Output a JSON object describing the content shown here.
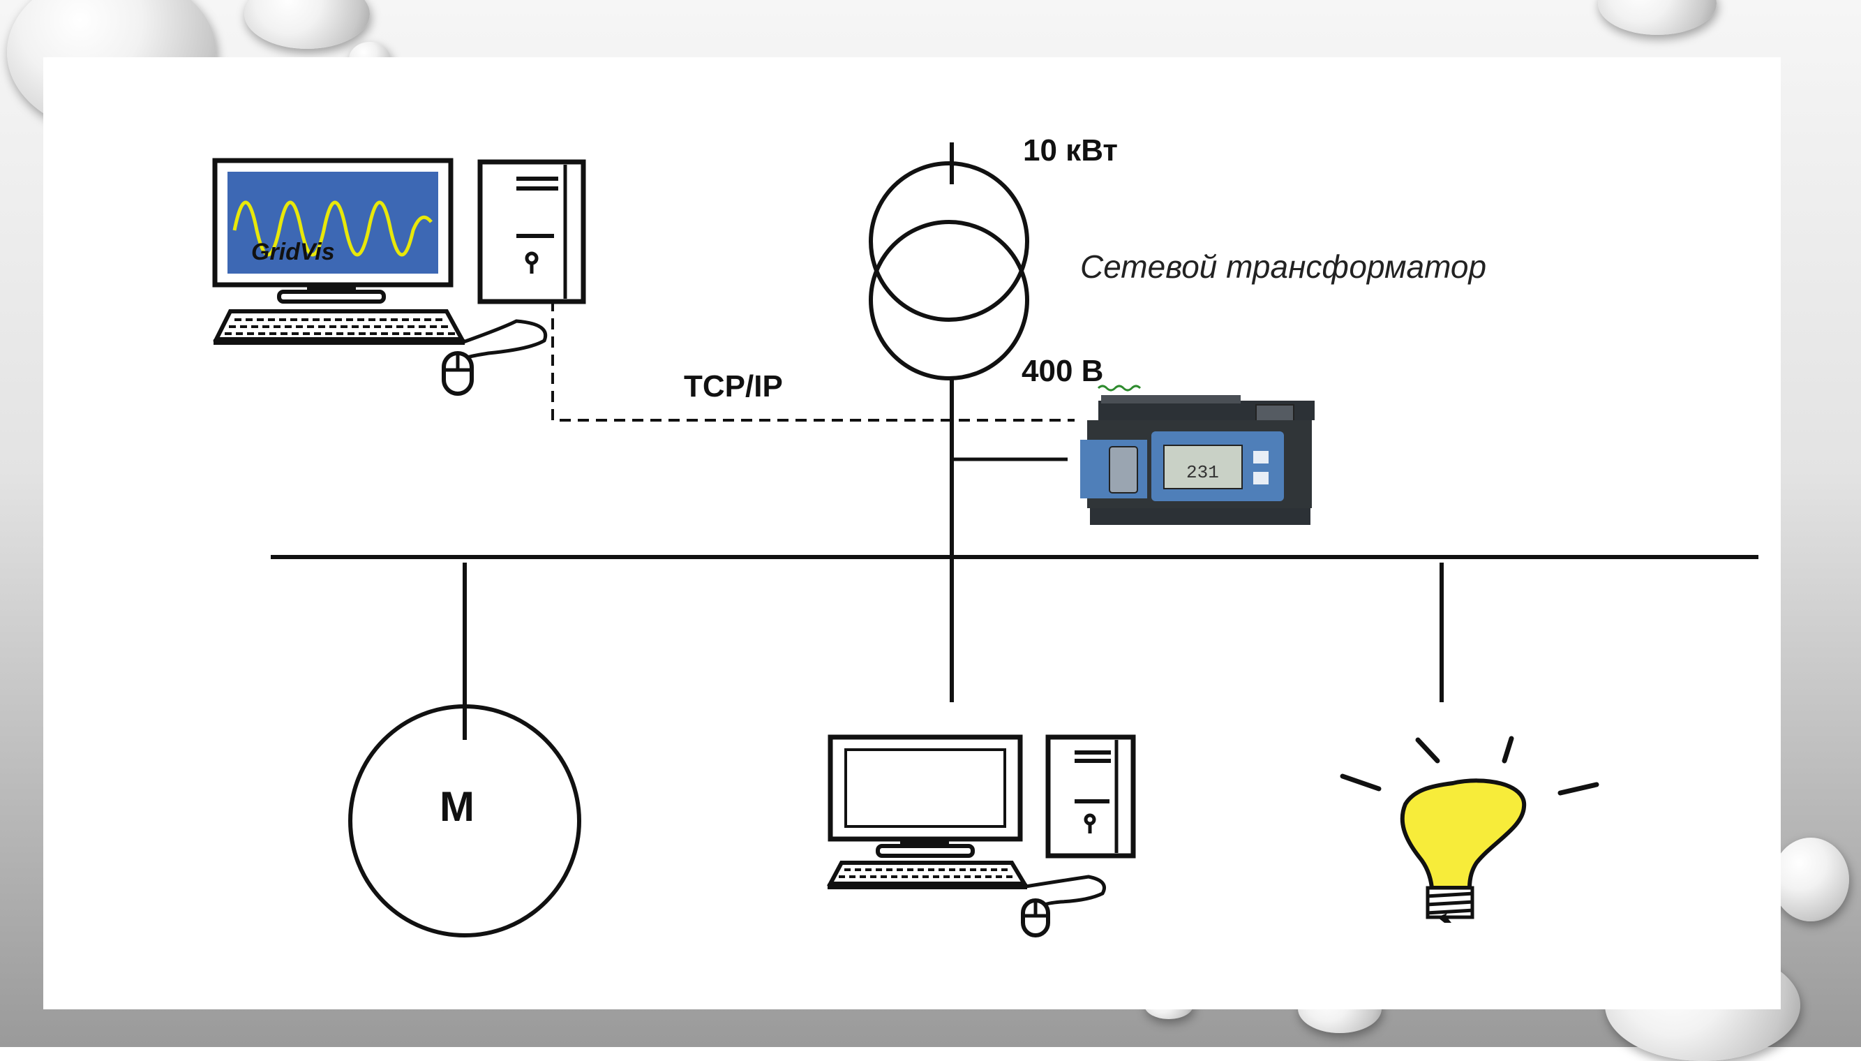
{
  "labels": {
    "power": "10 кВт",
    "transformer": "Сетевой трансформатор",
    "voltage": "400 В",
    "protocol": "TCP/IP",
    "motor": "M",
    "software": "GridVis"
  },
  "colors": {
    "monitor_screen": "#3d68b4",
    "waveform": "#e8e80a",
    "meter_body": "#4f7fb9",
    "lamp": "#f7ec3a",
    "line": "#111111"
  },
  "icons": [
    "workstation-icon",
    "transformer-symbol",
    "power-meter-icon",
    "motor-symbol",
    "computer-icon",
    "light-bulb-icon",
    "mouse-icon"
  ]
}
